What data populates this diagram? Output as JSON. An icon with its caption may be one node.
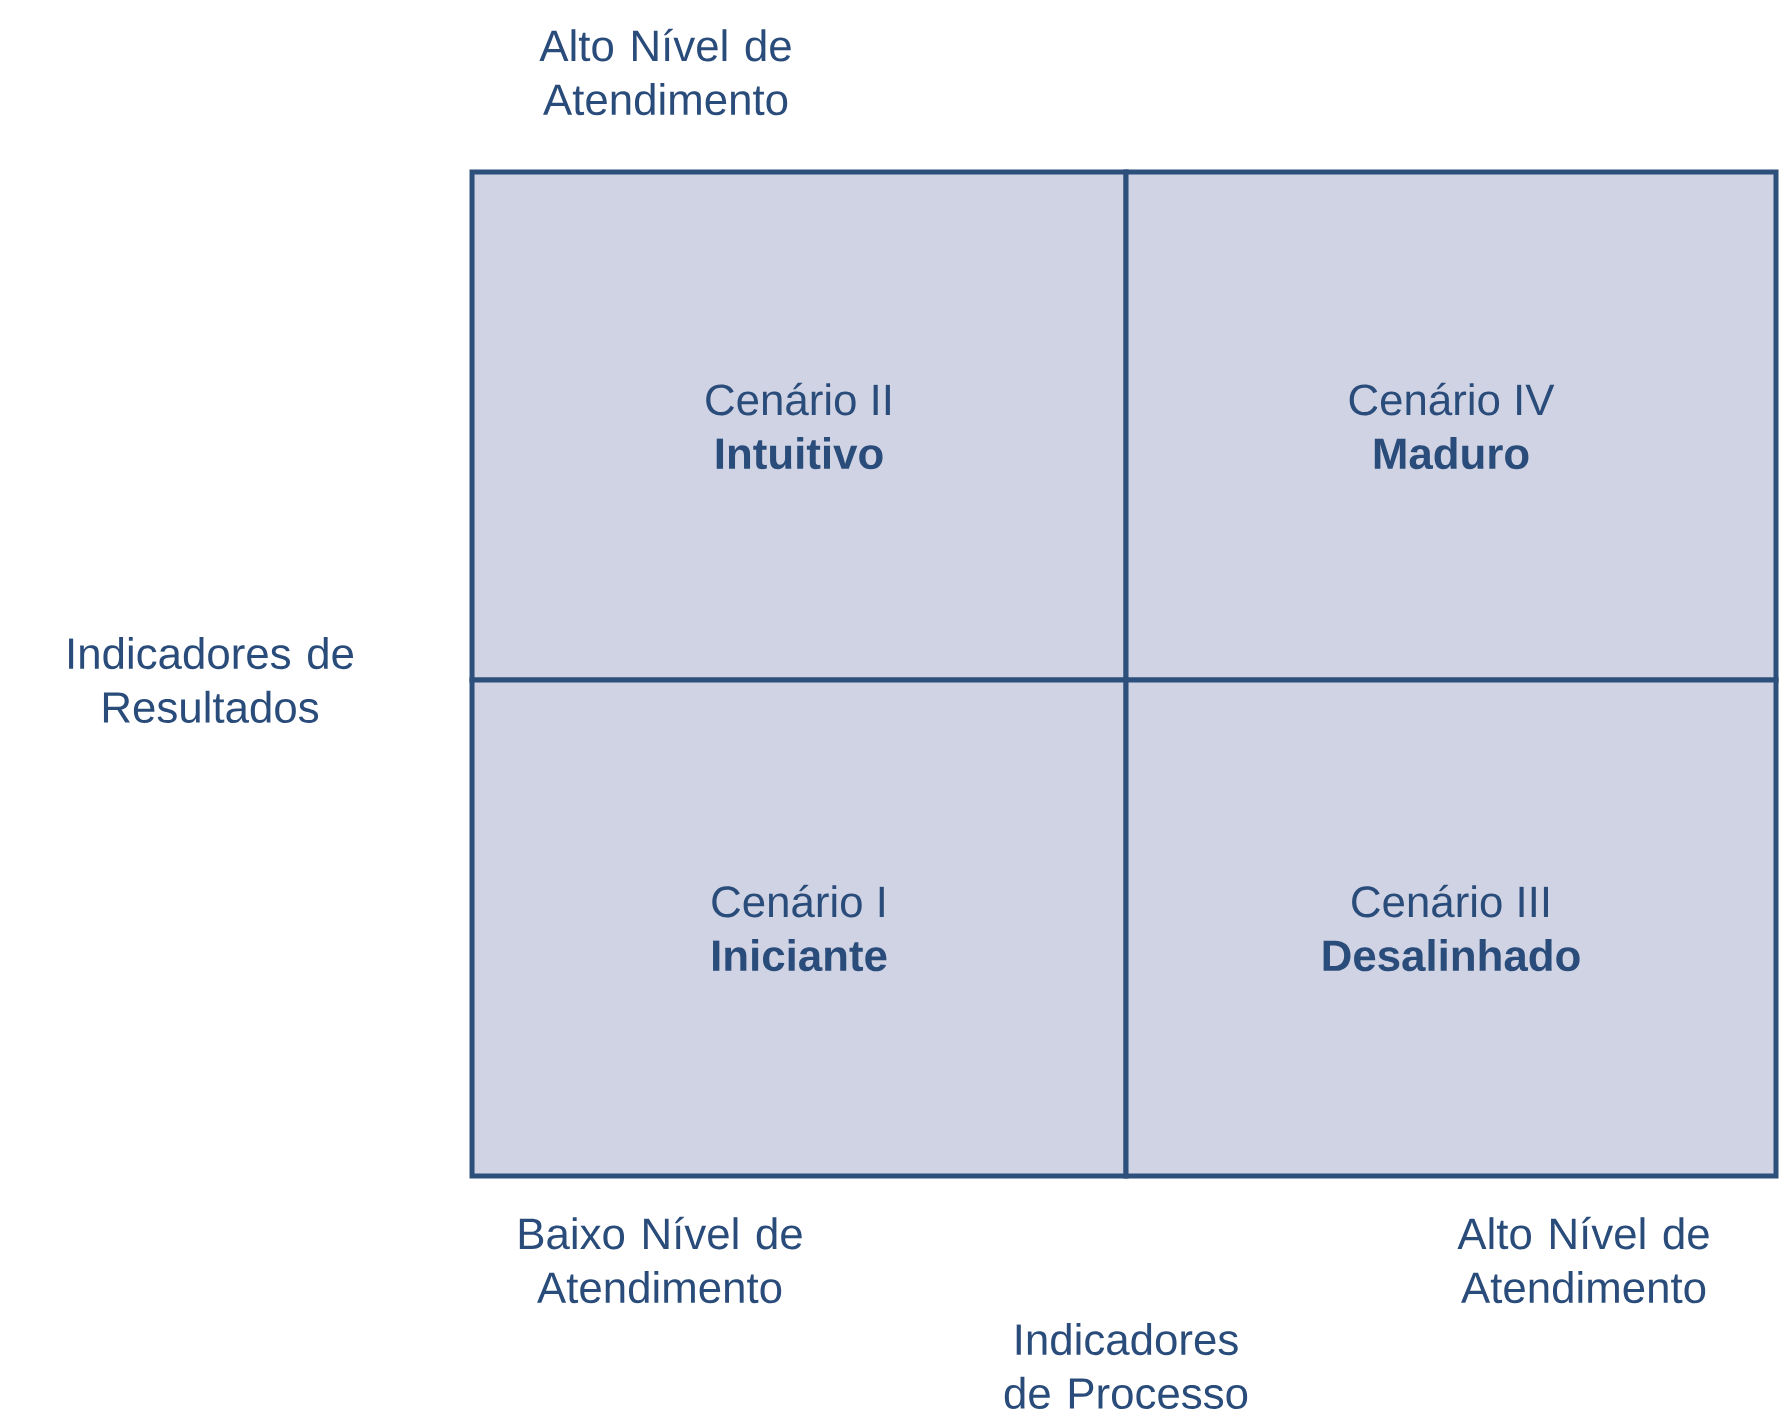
{
  "diagram": {
    "nodes": [
      {
        "text": [
          "Cenário II",
          "Intuitivo"
        ]
      },
      {
        "text": [
          "Cenário IV",
          "Maduro"
        ]
      },
      {
        "text": [
          "Cenário I",
          "Iniciante"
        ]
      },
      {
        "text": [
          "Cenário III",
          "Desalinhado"
        ]
      }
    ],
    "labels": [
      "Alto Nível de Atendimento",
      "Indicadores de Resultados",
      "Baixo Nível de Atendimento",
      "Alto Nível de Atendimento",
      "Indicadores de Processo"
    ]
  }
}
